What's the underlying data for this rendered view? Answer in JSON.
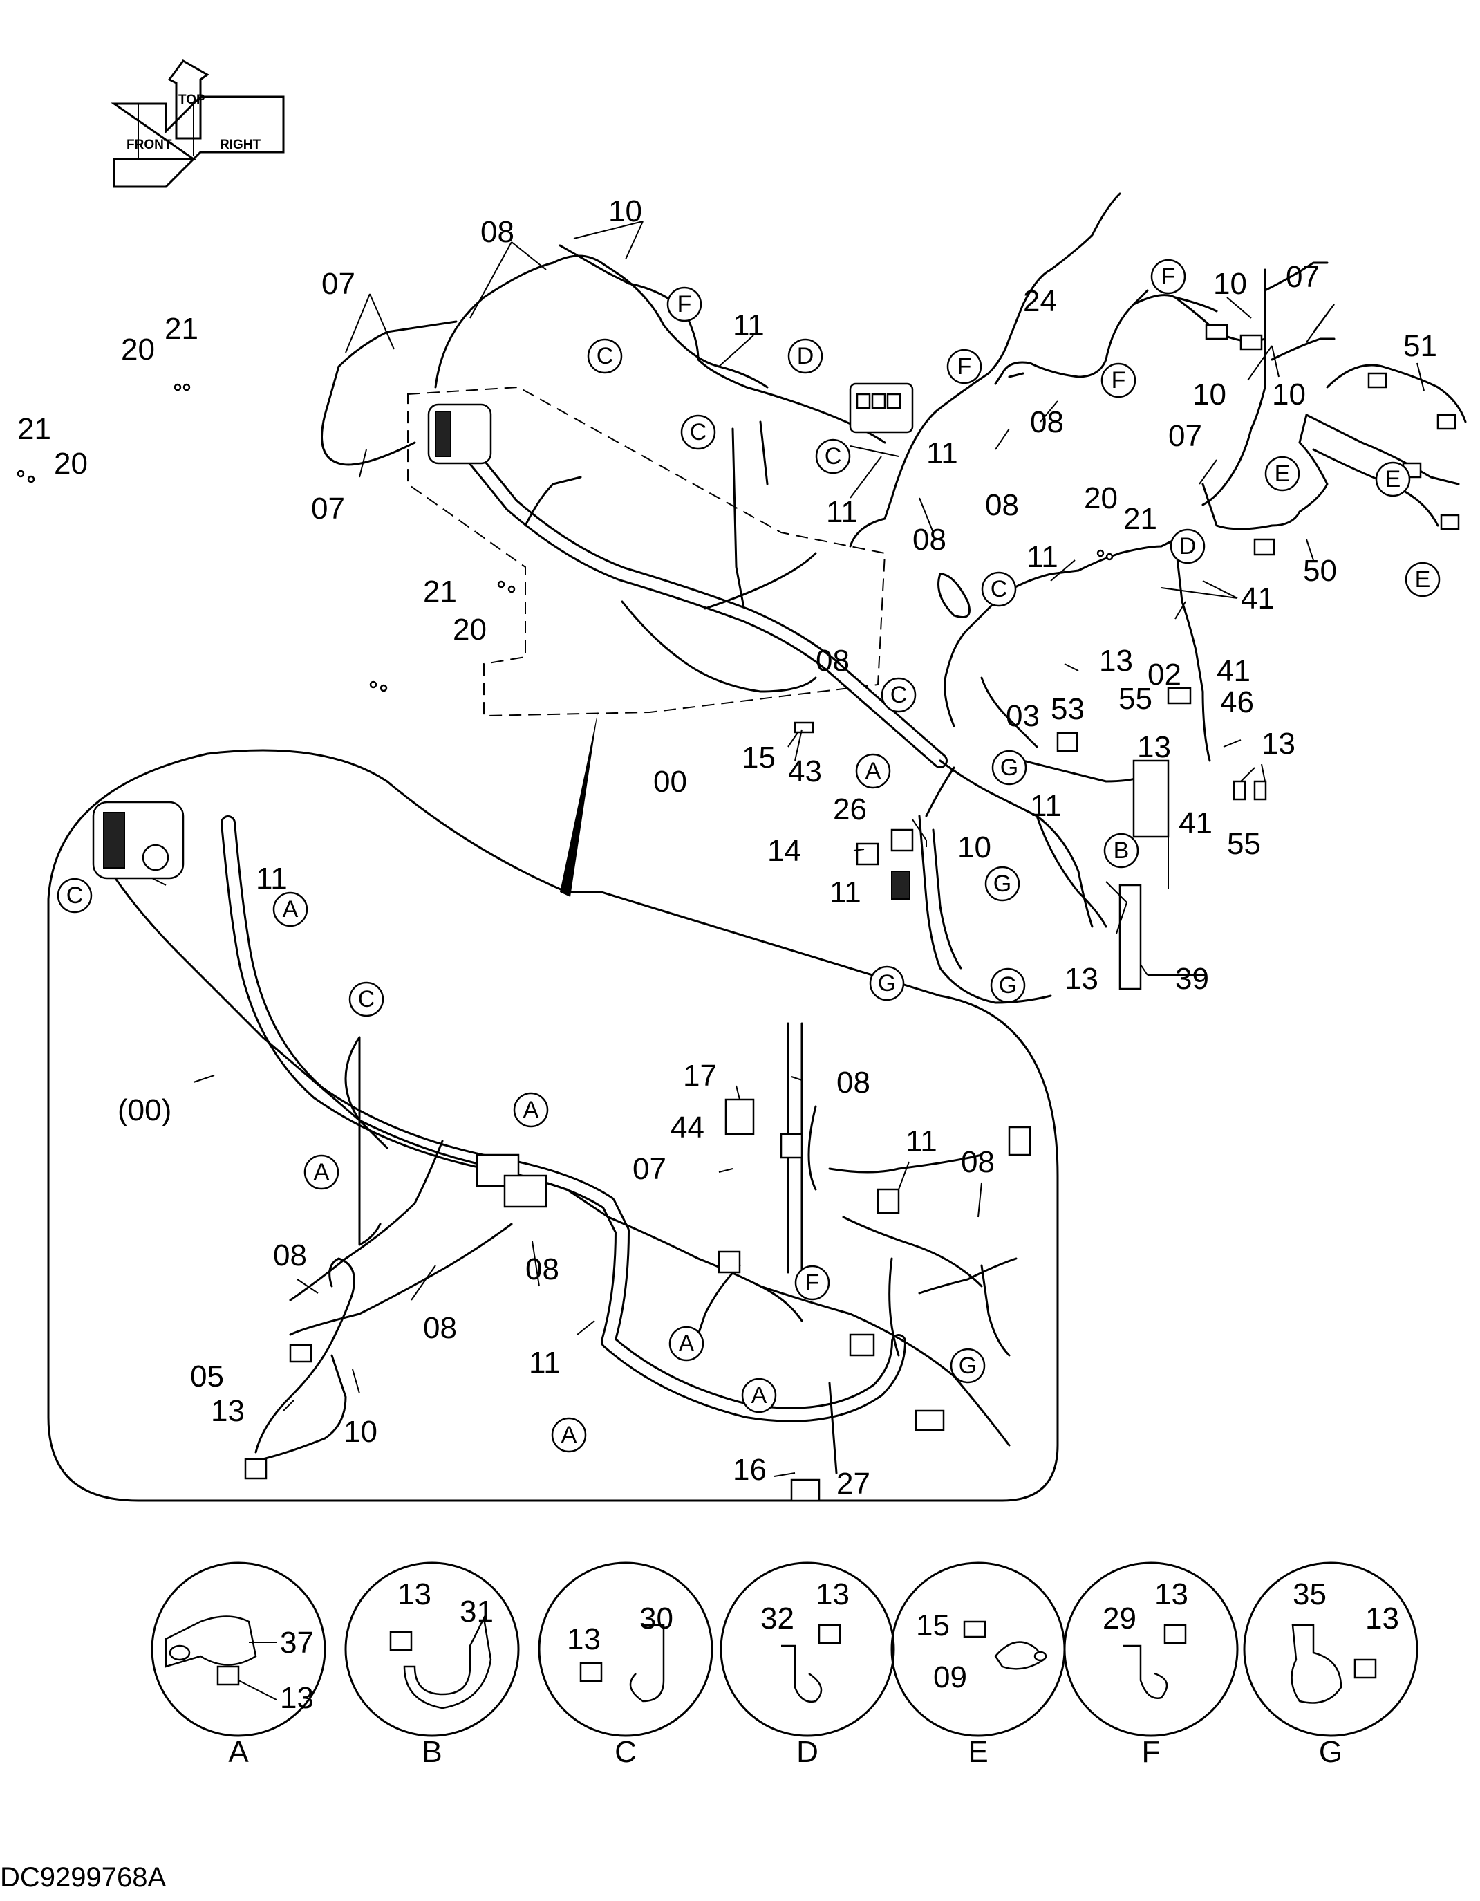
{
  "drawing_code": "DC9299768A",
  "orientation": {
    "front": "FRONT",
    "top": "TOP",
    "right": "RIGHT"
  },
  "part_labels": {
    "p00": "00",
    "p00_paren": "(00)",
    "p02": "02",
    "p03": "03",
    "p05": "05",
    "p07": "07",
    "p08": "08",
    "p10": "10",
    "p11": "11",
    "p13": "13",
    "p14": "14",
    "p15": "15",
    "p16": "16",
    "p17": "17",
    "p20": "20",
    "p21": "21",
    "p24": "24",
    "p26": "26",
    "p27": "27",
    "p39": "39",
    "p41": "41",
    "p43": "43",
    "p44": "44",
    "p46": "46",
    "p50": "50",
    "p51": "51",
    "p53": "53",
    "p55": "55"
  },
  "refs": {
    "A": "A",
    "B": "B",
    "C": "C",
    "D": "D",
    "E": "E",
    "F": "F",
    "G": "G"
  },
  "details": [
    {
      "letter": "A",
      "clamp_part": "37",
      "bolt_part": "13"
    },
    {
      "letter": "B",
      "clamp_part": "31",
      "bolt_part": "13"
    },
    {
      "letter": "C",
      "clamp_part": "30",
      "bolt_part": "13"
    },
    {
      "letter": "D",
      "clamp_part": "32",
      "bolt_part": "13"
    },
    {
      "letter": "E",
      "clamp_part": "09",
      "bolt_part": "15"
    },
    {
      "letter": "F",
      "clamp_part": "29",
      "bolt_part": "13"
    },
    {
      "letter": "G",
      "clamp_part": "35",
      "bolt_part": "13"
    }
  ]
}
